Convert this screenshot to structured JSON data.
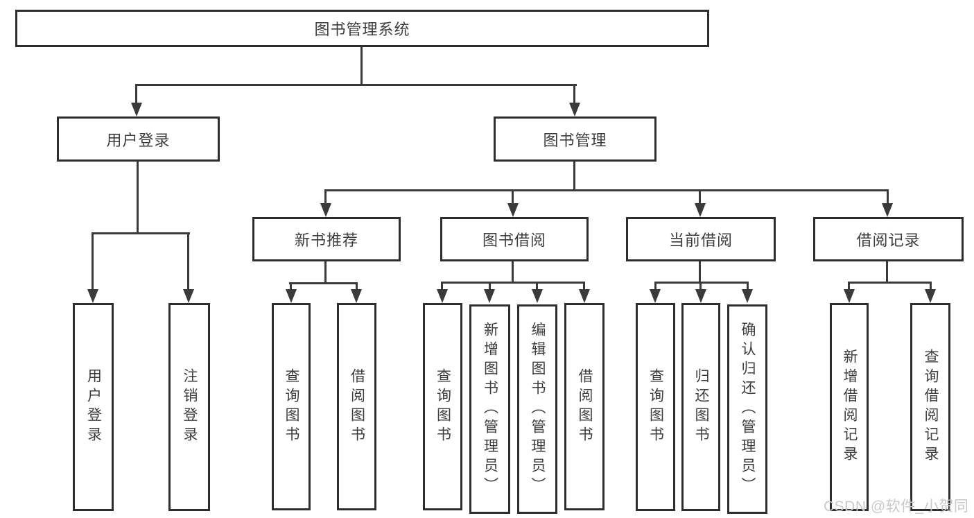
{
  "diagram": {
    "root": "图书管理系统",
    "level2": [
      {
        "label": "用户登录",
        "children": [
          {
            "label": "用户登录"
          },
          {
            "label": "注销登录"
          }
        ]
      },
      {
        "label": "图书管理",
        "children": [
          {
            "label": "新书推荐",
            "children": [
              {
                "label": "查询图书"
              },
              {
                "label": "借阅图书"
              }
            ]
          },
          {
            "label": "图书借阅",
            "children": [
              {
                "label": "查询图书"
              },
              {
                "label": "新增图书（管理员）"
              },
              {
                "label": "编辑图书（管理员）"
              },
              {
                "label": "借阅图书"
              }
            ]
          },
          {
            "label": "当前借阅",
            "children": [
              {
                "label": "查询图书"
              },
              {
                "label": "归还图书"
              },
              {
                "label": "确认归还（管理员）"
              }
            ]
          },
          {
            "label": "借阅记录",
            "children": [
              {
                "label": "新增借阅记录"
              },
              {
                "label": "查询借阅记录"
              }
            ]
          }
        ]
      }
    ]
  },
  "watermark": "CSDN @软件_小贺同学",
  "colors": {
    "line": "#3a3a3a",
    "box_border": "#2d2d2d",
    "text": "#3d3d3d",
    "watermark_text": "#c9c9c9",
    "background": "#ffffff"
  }
}
